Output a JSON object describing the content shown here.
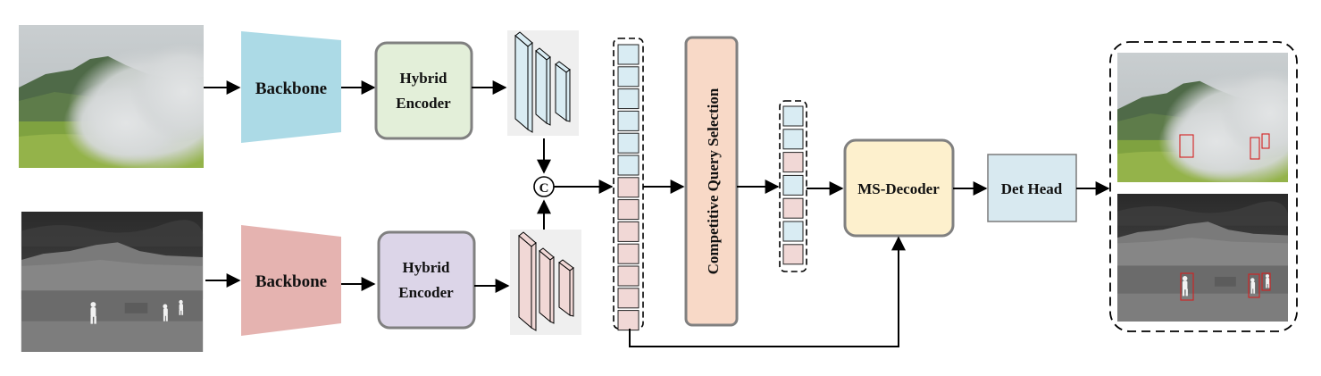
{
  "colors": {
    "backbone_rgb": "#acdae6",
    "backbone_ir": "#e5b3b0",
    "encoder_rgb": "#e3efd9",
    "encoder_ir": "#dcd5e8",
    "encoder_border": "#808080",
    "token_rgb": "#d9ecf3",
    "token_ir": "#f1d8d6",
    "cqs_fill": "#f8d9c7",
    "msdecoder_fill": "#fdf0cd",
    "dethead_fill": "#d8e9f0",
    "detection_box": "#d42020"
  },
  "rgb_branch": {
    "backbone_label": "Backbone",
    "encoder_label_line1": "Hybrid",
    "encoder_label_line2": "Encoder"
  },
  "ir_branch": {
    "backbone_label": "Backbone",
    "encoder_label_line1": "Hybrid",
    "encoder_label_line2": "Encoder"
  },
  "concat_symbol": "C",
  "cqs_label": "Competitive Query Selection",
  "ms_decoder_label": "MS-Decoder",
  "det_head_label": "Det Head",
  "token_column_full": [
    "rgb",
    "rgb",
    "rgb",
    "rgb",
    "rgb",
    "rgb",
    "ir",
    "ir",
    "ir",
    "ir",
    "ir",
    "ir",
    "ir"
  ],
  "token_column_selected": [
    "rgb",
    "rgb",
    "ir",
    "rgb",
    "ir",
    "rgb",
    "ir"
  ]
}
